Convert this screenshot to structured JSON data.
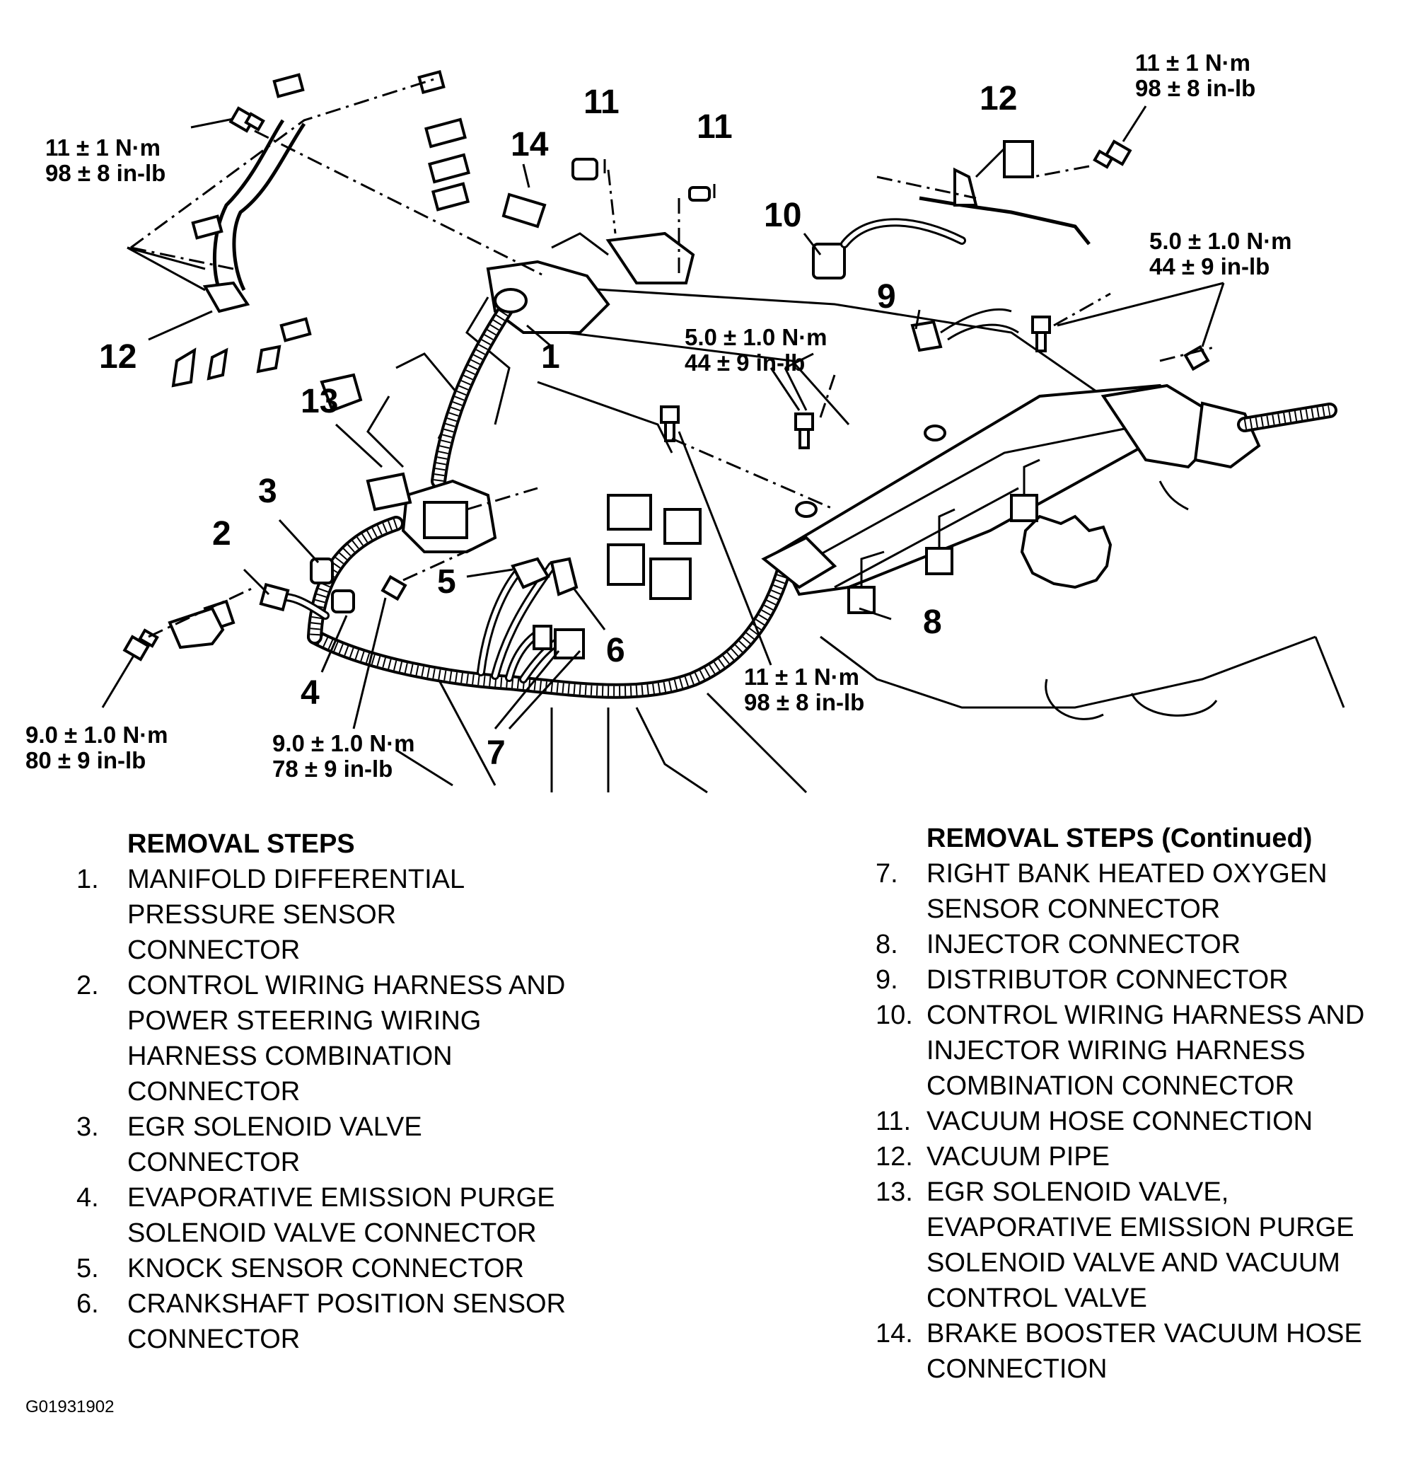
{
  "diagram": {
    "callouts": {
      "c1": "1",
      "c2": "2",
      "c3": "3",
      "c4": "4",
      "c5": "5",
      "c6": "6",
      "c7": "7",
      "c8": "8",
      "c9": "9",
      "c10": "10",
      "c11a": "11",
      "c11b": "11",
      "c12a": "12",
      "c12b": "12",
      "c13": "13",
      "c14": "14"
    },
    "torque_specs": [
      {
        "nm": "11 ± 1 N·m",
        "inlb": "98 ± 8 in-lb"
      },
      {
        "nm": "11 ± 1 N·m",
        "inlb": "98 ± 8 in-lb"
      },
      {
        "nm": "5.0 ± 1.0 N·m",
        "inlb": "44 ± 9 in-lb"
      },
      {
        "nm": "5.0 ± 1.0 N·m",
        "inlb": "44 ± 9 in-lb"
      },
      {
        "nm": "11 ± 1 N·m",
        "inlb": "98 ± 8 in-lb"
      },
      {
        "nm": "9.0 ± 1.0 N·m",
        "inlb": "80 ± 9 in-lb"
      },
      {
        "nm": "9.0 ± 1.0 N·m",
        "inlb": "78 ± 9 in-lb"
      }
    ]
  },
  "removal_steps": {
    "title": "REMOVAL STEPS",
    "items": [
      {
        "num": "1.",
        "lines": [
          "MANIFOLD DIFFERENTIAL",
          "PRESSURE SENSOR",
          "CONNECTOR"
        ]
      },
      {
        "num": "2.",
        "lines": [
          "CONTROL WIRING HARNESS AND",
          "POWER STEERING WIRING",
          "HARNESS COMBINATION",
          "CONNECTOR"
        ]
      },
      {
        "num": "3.",
        "lines": [
          "EGR SOLENOID VALVE",
          "CONNECTOR"
        ]
      },
      {
        "num": "4.",
        "lines": [
          "EVAPORATIVE EMISSION PURGE",
          "SOLENOID VALVE CONNECTOR"
        ]
      },
      {
        "num": "5.",
        "lines": [
          "KNOCK SENSOR CONNECTOR"
        ]
      },
      {
        "num": "6.",
        "lines": [
          "CRANKSHAFT POSITION SENSOR",
          "CONNECTOR"
        ]
      }
    ]
  },
  "removal_steps_continued": {
    "title": "REMOVAL STEPS (Continued)",
    "items": [
      {
        "num": "7.",
        "lines": [
          "RIGHT BANK HEATED OXYGEN",
          "SENSOR CONNECTOR"
        ]
      },
      {
        "num": "8.",
        "lines": [
          "INJECTOR CONNECTOR"
        ]
      },
      {
        "num": "9.",
        "lines": [
          "DISTRIBUTOR CONNECTOR"
        ]
      },
      {
        "num": "10.",
        "lines": [
          "CONTROL WIRING HARNESS AND",
          "INJECTOR WIRING HARNESS",
          "COMBINATION CONNECTOR"
        ]
      },
      {
        "num": "11.",
        "lines": [
          "VACUUM HOSE CONNECTION"
        ]
      },
      {
        "num": "12.",
        "lines": [
          "VACUUM PIPE"
        ]
      },
      {
        "num": "13.",
        "lines": [
          "EGR SOLENOID VALVE,",
          "EVAPORATIVE EMISSION PURGE",
          "SOLENOID VALVE AND VACUUM",
          "CONTROL VALVE"
        ]
      },
      {
        "num": "14.",
        "lines": [
          "BRAKE BOOSTER VACUUM HOSE",
          "CONNECTION"
        ]
      }
    ]
  },
  "figure_id": "G01931902"
}
